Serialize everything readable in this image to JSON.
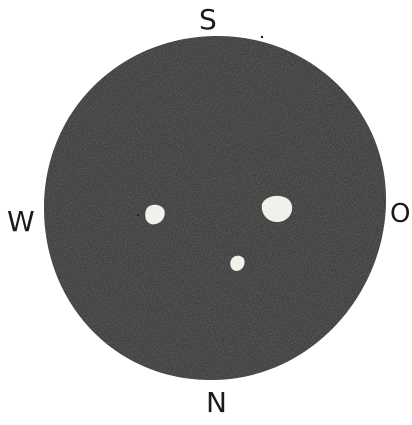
{
  "directions": {
    "top": "S",
    "left": "W",
    "right": "O",
    "bottom": "N"
  },
  "colors": {
    "disc": "#2e2e2e",
    "spots": "#f2f0ea",
    "background": "#ffffff",
    "ink": "#1b1b1b"
  }
}
